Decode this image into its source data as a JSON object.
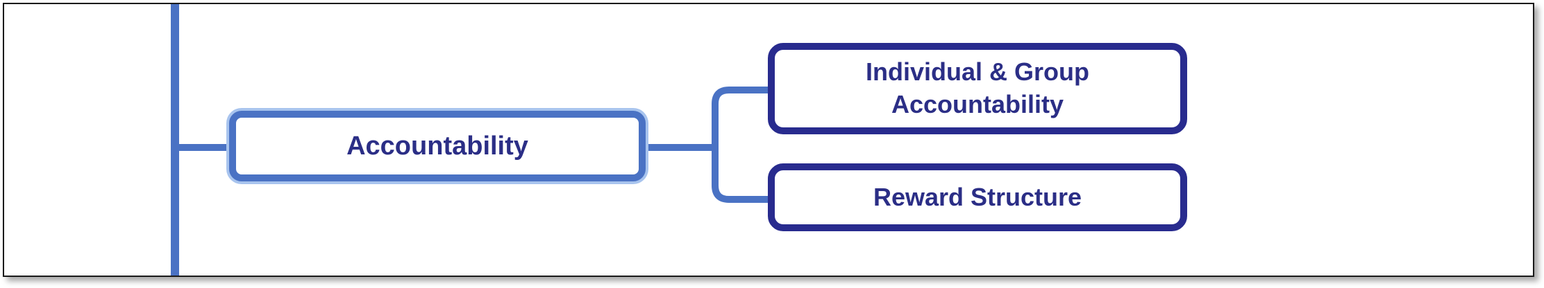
{
  "diagram": {
    "root": {
      "label": "Accountability"
    },
    "children": [
      {
        "label": "Individual & Group\nAccountability"
      },
      {
        "label": "Reward Structure"
      }
    ]
  },
  "colors": {
    "spine": "#4a72c4",
    "main_border": "#4a72c4",
    "main_selection_glow": "#a8c4ee",
    "child_border": "#282b8e",
    "text": "#2b2e86"
  }
}
